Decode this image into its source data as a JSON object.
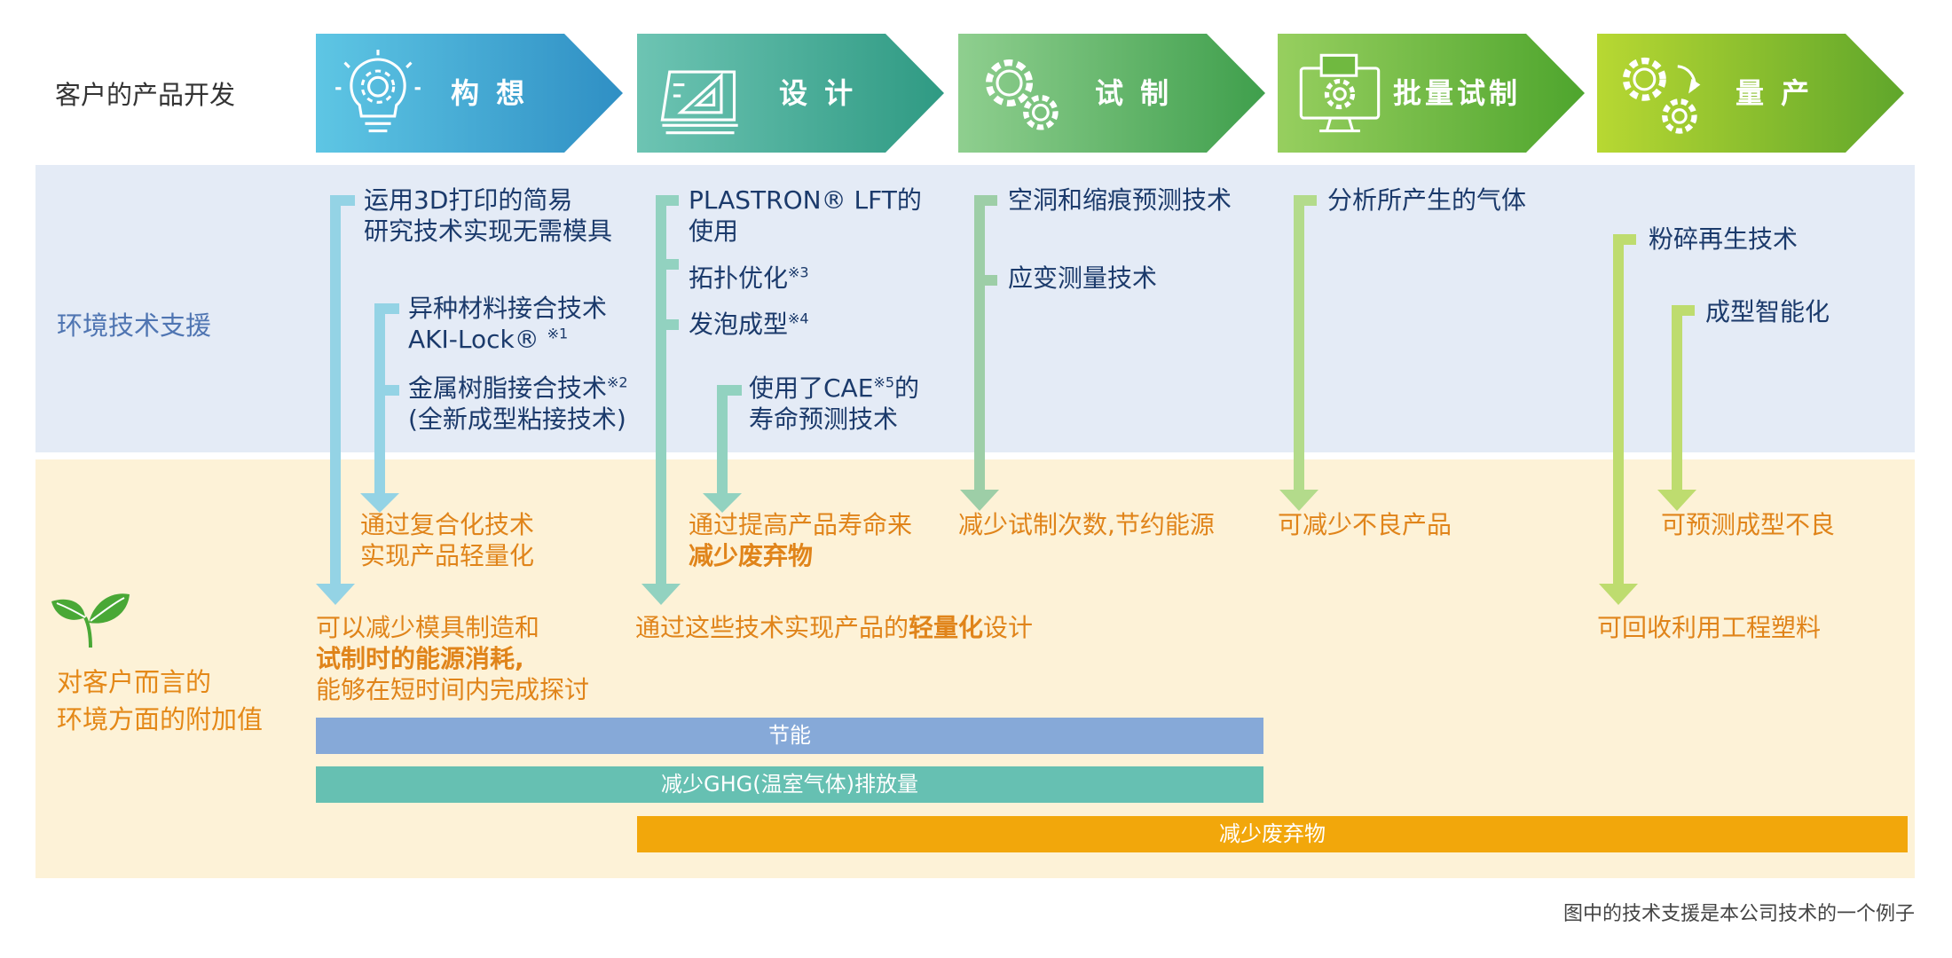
{
  "rows": {
    "product_dev": "客户的产品开发",
    "env_support": "环境技术支援",
    "value_line1": "对客户而言的",
    "value_line2": "环境方面的附加值"
  },
  "stages": [
    {
      "label": "构 想",
      "icon": "lightbulb-gear-icon",
      "color_start": "#5ec6e4",
      "color_end": "#2f8fc4"
    },
    {
      "label": "设 计",
      "icon": "drafting-ruler-icon",
      "color_start": "#6dc4b3",
      "color_end": "#2f9a83"
    },
    {
      "label": "试 制",
      "icon": "gears-icon",
      "color_start": "#8fcf8f",
      "color_end": "#3f9f4c"
    },
    {
      "label": "批量试制",
      "icon": "monitor-gear-icon",
      "color_start": "#97cf5f",
      "color_end": "#4ea52d"
    },
    {
      "label": "量 产",
      "icon": "gears-cycle-icon",
      "color_start": "#b8d832",
      "color_end": "#5fa62b"
    }
  ],
  "tech": {
    "t1a_l1": "运用3D打印的简易",
    "t1a_l2": "研究技术实现无需模具",
    "t1b_l1": "异种材料接合技术",
    "t1b_l2": "AKI-Lock®",
    "t1b_sup": "※1",
    "t1c_l1": "金属树脂接合技术",
    "t1c_sup": "※2",
    "t1c_l2": "(全新成型粘接技术)",
    "t2a_l1": "PLASTRON® LFT的",
    "t2a_l2": "使用",
    "t2b": "拓扑优化",
    "t2b_sup": "※3",
    "t2c": "发泡成型",
    "t2c_sup": "※4",
    "t2d_l1": "使用了CAE",
    "t2d_sup": "※5",
    "t2d_l1b": "的",
    "t2d_l2": "寿命预测技术",
    "t3a": "空洞和缩痕预测技术",
    "t3b": "应变测量技术",
    "t4a": "分析所产生的气体",
    "t5a": "粉碎再生技术",
    "t5b": "成型智能化"
  },
  "outcomes": {
    "o1_l1": "通过复合化技术",
    "o1_l2": "实现产品轻量化",
    "o2_l1": "通过提高产品寿命来",
    "o2_l2": "减少废弃物",
    "o3": "减少试制次数,节约能源",
    "o4": "可减少不良产品",
    "o5": "可预测成型不良",
    "v1_l1": "可以减少模具制造和",
    "v1_l2": "试制时的能源消耗,",
    "v1_l3": "能够在短时间内完成探讨",
    "v2_pre": "通过这些技术实现产品的",
    "v2_bold": "轻量化",
    "v2_post": "设计",
    "v3": "可回收利用工程塑料"
  },
  "bars": {
    "energy": "节能",
    "ghg": "减少GHG(温室气体)排放量",
    "waste": "减少废弃物"
  },
  "footnote": "图中的技术支援是本公司技术的一个例子",
  "colors": {
    "band_blue": "#e4ebf6",
    "band_yellow": "#fdf2d7",
    "bar_energy": "#86a9d8",
    "bar_ghg": "#66c0b2",
    "bar_waste": "#f2a70b",
    "arrow_cyan": "#94d3e5",
    "arrow_teal": "#92d2c0",
    "arrow_sage": "#9dcea7",
    "arrow_green": "#b3db8b",
    "arrow_lime": "#bedc6f"
  }
}
